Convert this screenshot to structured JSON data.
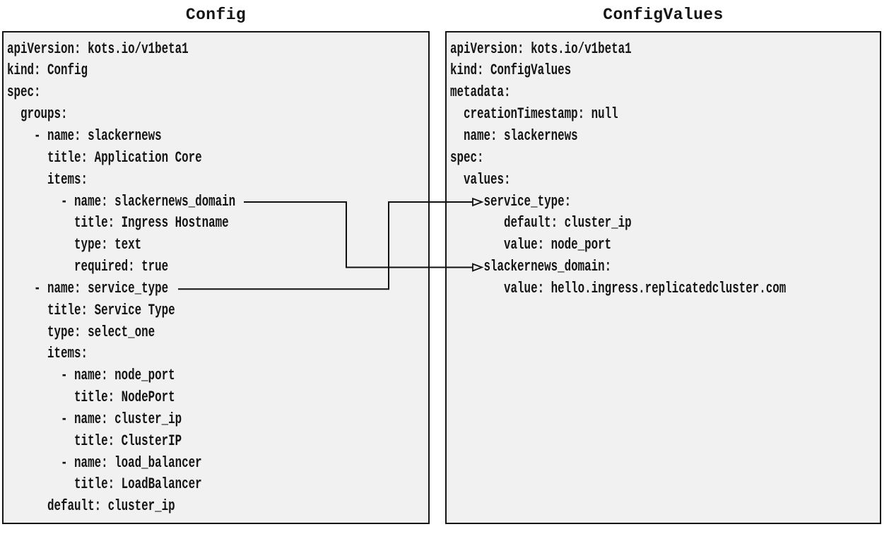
{
  "diagram": {
    "panels": {
      "config": {
        "title": "Config",
        "yaml_lines": [
          "apiVersion: kots.io/v1beta1",
          "kind: Config",
          "spec:",
          "  groups:",
          "    - name: slackernews",
          "      title: Application Core",
          "      items:",
          "        - name: slackernews_domain",
          "          title: Ingress Hostname",
          "          type: text",
          "          required: true",
          "    - name: service_type",
          "      title: Service Type",
          "      type: select_one",
          "      items:",
          "        - name: node_port",
          "          title: NodePort",
          "        - name: cluster_ip",
          "          title: ClusterIP",
          "        - name: load_balancer",
          "          title: LoadBalancer",
          "      default: cluster_ip"
        ]
      },
      "config_values": {
        "title": "ConfigValues",
        "yaml_lines": [
          "apiVersion: kots.io/v1beta1",
          "kind: ConfigValues",
          "metadata:",
          "  creationTimestamp: null",
          "  name: slackernews",
          "spec:",
          "  values:",
          "     service_type:",
          "        default: cluster_ip",
          "        value: node_port",
          "     slackernews_domain:",
          "        value: hello.ingress.replicatedcluster.com"
        ]
      }
    },
    "connectors": [
      {
        "from_panel": "Config",
        "from_key": "service_type",
        "to_panel": "ConfigValues",
        "to_key": "service_type"
      },
      {
        "from_panel": "Config",
        "from_key": "slackernews_domain",
        "to_panel": "ConfigValues",
        "to_key": "slackernews_domain"
      }
    ],
    "colors": {
      "page_background": "#ffffff",
      "panel_background": "#f1f1f1",
      "panel_border": "#151515",
      "text": "#141414",
      "connector_line": "#111111",
      "arrowhead_fill": "#f1f1f1"
    }
  }
}
